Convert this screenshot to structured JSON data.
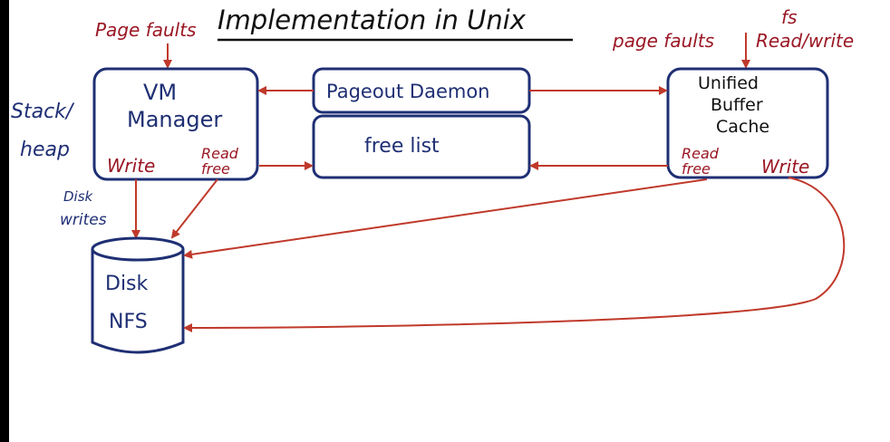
{
  "title": "Implementation in Unix",
  "labels": {
    "page_faults_left": "Page faults",
    "page_faults_right": "page faults",
    "fs": "fs",
    "read_write": "Read/write",
    "stack_heap_1": "Stack/",
    "stack_heap_2": "heap",
    "disk_writes_1": "Disk",
    "disk_writes_2": "writes"
  },
  "boxes": {
    "vm_manager": {
      "line1": "VM",
      "line2": "Manager",
      "write": "Write",
      "read_free_1": "Read",
      "read_free_2": "free"
    },
    "pageout_daemon": {
      "label": "Pageout Daemon"
    },
    "free_list": {
      "label": "free list"
    },
    "ubc": {
      "line1": "Unified",
      "line2": "Buffer",
      "line3": "Cache",
      "read_free_1": "Read",
      "read_free_2": "free",
      "write": "Write"
    },
    "disk": {
      "line1": "Disk",
      "line2": "NFS"
    }
  },
  "colors": {
    "ink_blue": "#1f2f74",
    "ink_red": "#9a1724",
    "arrow_red": "#c0392b",
    "ink_black": "#111111"
  }
}
